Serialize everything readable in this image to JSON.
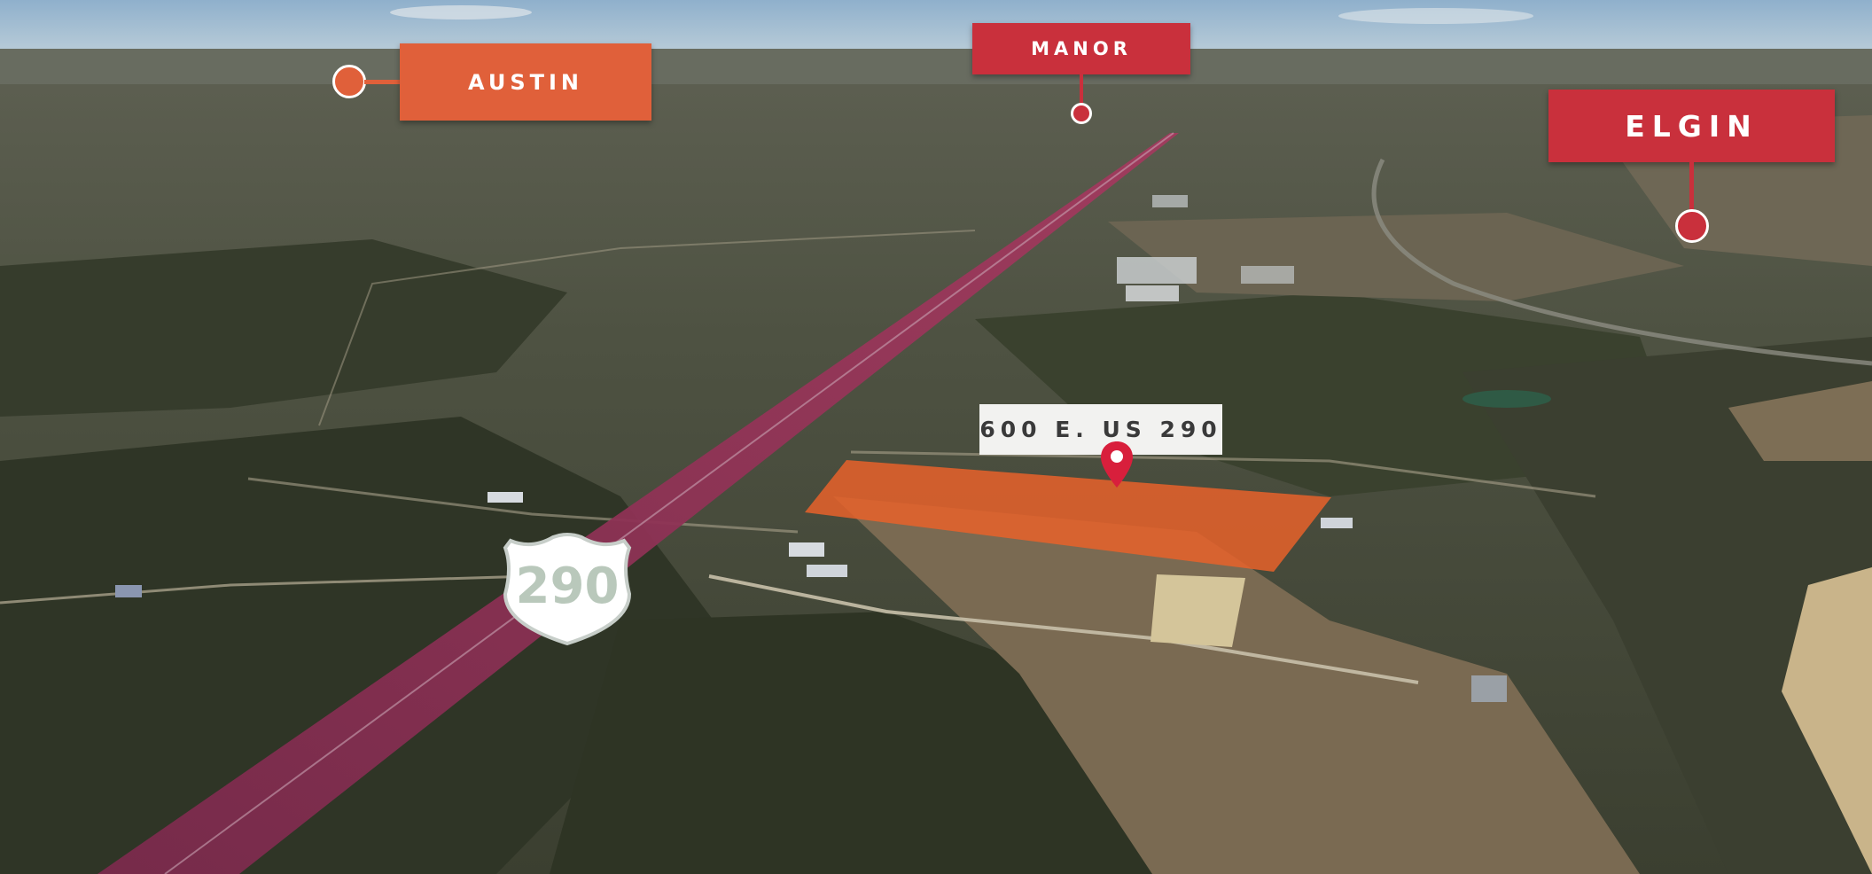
{
  "map": {
    "colors": {
      "city_label_orange": "#e0603a",
      "city_label_red": "#c9303c",
      "highway": "#8a2f52",
      "site_parcel": "#e8622a",
      "site_label_bg": "#f2f2f0",
      "shield_fill": "#ffffff",
      "shield_text": "#b9c8bb"
    },
    "labels": {
      "austin": "AUSTIN",
      "manor": "MANOR",
      "elgin": "ELGIN",
      "site": "600 E. US 290"
    },
    "highway_shield": {
      "number": "290",
      "icon": "us-highway-shield-icon"
    },
    "site_marker_icon": "map-pin-icon"
  }
}
